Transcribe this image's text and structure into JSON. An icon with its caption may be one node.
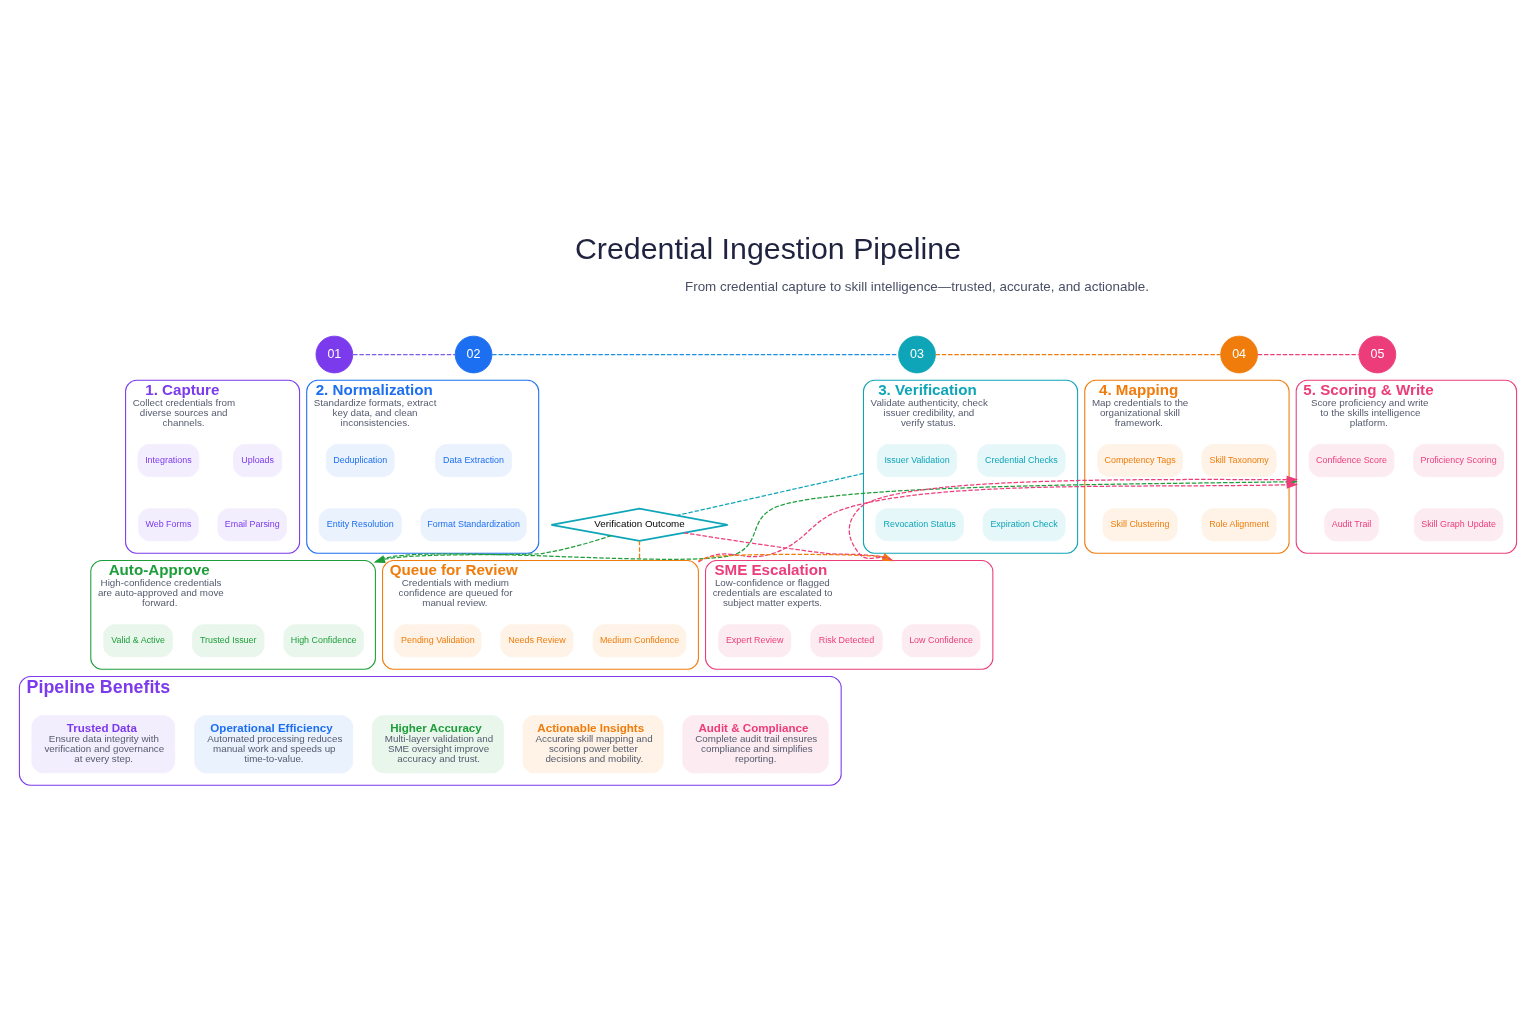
{
  "diagram": {
    "title": "Credential Ingestion Pipeline",
    "nodes": [
      {
        "text": [
          "01"
        ]
      },
      {
        "text": [
          "02"
        ]
      },
      {
        "text": [
          "03"
        ]
      },
      {
        "text": [
          "04"
        ]
      },
      {
        "text": [
          "05"
        ]
      },
      {
        "text": [
          "1. Capture",
          "Collect credentials from diverse sources and channels."
        ]
      },
      {
        "text": [
          "Uploads"
        ],
        "in": 5
      },
      {
        "text": [
          "Integrations"
        ],
        "in": 5
      },
      {
        "text": [
          "Email Parsing"
        ],
        "in": 5
      },
      {
        "text": [
          "Web Forms"
        ],
        "in": 5
      },
      {
        "text": [
          "2. Normalization",
          "Standardize formats, extract key data, and clean inconsistencies."
        ]
      },
      {
        "text": [
          "Data Extraction"
        ],
        "in": 10
      },
      {
        "text": [
          "Deduplication"
        ],
        "in": 10
      },
      {
        "text": [
          "Format Standardization"
        ],
        "in": 10
      },
      {
        "text": [
          "Entity Resolution"
        ],
        "in": 10
      },
      {
        "text": [
          "3. Verification",
          "Validate authenticity, check issuer credibility, and verify status."
        ]
      },
      {
        "text": [
          "Issuer Validation"
        ],
        "in": 15
      },
      {
        "text": [
          "Credential Checks"
        ],
        "in": 15
      },
      {
        "text": [
          "Revocation Status"
        ],
        "in": 15
      },
      {
        "text": [
          "Expiration Check"
        ],
        "in": 15
      },
      {
        "text": [
          "4. Mapping",
          "Map credentials to the organizational skill framework."
        ]
      },
      {
        "text": [
          "Skill Taxonomy"
        ],
        "in": 20
      },
      {
        "text": [
          "Competency Tags"
        ],
        "in": 20
      },
      {
        "text": [
          "Role Alignment"
        ],
        "in": 20
      },
      {
        "text": [
          "Skill Clustering"
        ],
        "in": 20
      },
      {
        "text": [
          "5. Scoring & Write",
          "Score proficiency and write to the skills intelligence platform."
        ]
      },
      {
        "text": [
          "Proficiency Scoring"
        ],
        "in": 25
      },
      {
        "text": [
          "Confidence Score"
        ],
        "in": 25
      },
      {
        "text": [
          "Skill Graph Update"
        ],
        "in": 25
      },
      {
        "text": [
          "Audit Trail"
        ],
        "in": 25
      },
      {
        "text": [
          "Verification Outcome"
        ]
      },
      {
        "text": [
          "Auto-Approve",
          "High-confidence credentials are auto-approved and move forward."
        ]
      },
      {
        "text": [
          "High Confidence"
        ],
        "in": 31
      },
      {
        "text": [
          "Trusted Issuer"
        ],
        "in": 31
      },
      {
        "text": [
          "Valid & Active"
        ],
        "in": 31
      },
      {
        "text": [
          "Queue for Review",
          "Credentials with medium confidence are queued for manual review."
        ]
      },
      {
        "text": [
          "Medium Confidence"
        ],
        "in": 35
      },
      {
        "text": [
          "Needs Review"
        ],
        "in": 35
      },
      {
        "text": [
          "Pending Validation"
        ],
        "in": 35
      },
      {
        "text": [
          "SME Escalation",
          "Low-confidence or flagged credentials are escalated to subject matter experts."
        ]
      },
      {
        "text": [
          "Low Confidence"
        ],
        "in": 39
      },
      {
        "text": [
          "Risk Detected"
        ],
        "in": 39
      },
      {
        "text": [
          "Expert Review"
        ],
        "in": 39
      },
      {
        "text": [
          "Pipeline Benefits"
        ]
      },
      {
        "text": [
          "Trusted Data",
          "Ensure data integrity with verification and governance at every step."
        ],
        "in": 43
      },
      {
        "text": [
          "Operational Efficiency",
          "Automated processing reduces manual work and speeds up time-to-value."
        ],
        "in": 43
      },
      {
        "text": [
          "Higher Accuracy",
          "Multi-layer validation and SME oversight improve accuracy and trust."
        ],
        "in": 43
      },
      {
        "text": [
          "Actionable Insights",
          "Accurate skill mapping and scoring power better decisions and mobility."
        ],
        "in": 43
      },
      {
        "text": [
          "Audit & Compliance",
          "Complete audit trail ensures compliance and simplifies reporting."
        ],
        "in": 43
      }
    ],
    "edges": [
      {
        "from": 0,
        "to": 1,
        "arrow": "none",
        "style": "dashed",
        "color": "#7c5ce8"
      },
      {
        "from": 1,
        "to": 2,
        "arrow": "none",
        "style": "dashed",
        "color": "#1d8fe0"
      },
      {
        "from": 2,
        "to": 3,
        "arrow": "none",
        "style": "dashed",
        "color": "#f07c0c"
      },
      {
        "from": 3,
        "to": 4,
        "arrow": "none",
        "style": "dashed",
        "color": "#ec3d7a"
      },
      {
        "from": 15,
        "to": 30,
        "arrow": "none",
        "style": "dashed",
        "color": "#0ea5b8"
      },
      {
        "from": 30,
        "to": 31,
        "arrow": "to",
        "style": "dashed",
        "color": "#1e9e3a"
      },
      {
        "from": 30,
        "to": 35,
        "arrow": "none",
        "style": "dashed",
        "color": "#f07c0c"
      },
      {
        "from": 30,
        "to": 39,
        "arrow": "to",
        "style": "dashed",
        "color": "#ec3d7a"
      },
      {
        "from": 35,
        "to": 39,
        "arrow": "to",
        "style": "dashed",
        "color": "#f07c0c"
      },
      {
        "from": 31,
        "to": 25,
        "arrow": "to",
        "style": "dashed",
        "color": "#1e9e3a"
      },
      {
        "from": 39,
        "to": 25,
        "arrow": "to",
        "style": "dashed",
        "color": "#ec3d7a"
      },
      {
        "from": 35,
        "to": 25,
        "arrow": "to",
        "style": "dashed",
        "color": "#ec3d7a"
      }
    ],
    "labels": [
      "From credential capture to skill intelligence—trusted, accurate, and actionable."
    ]
  }
}
